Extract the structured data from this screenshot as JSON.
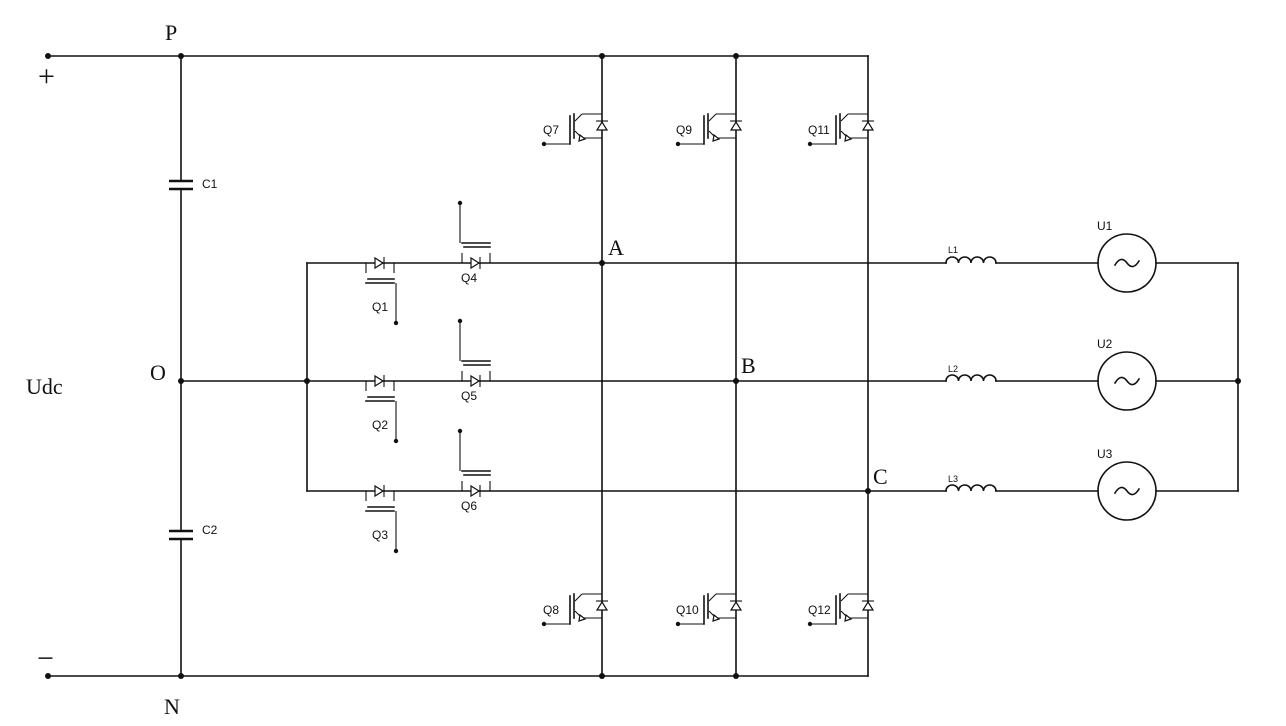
{
  "diagram": {
    "terminals": {
      "plus": "+",
      "minus": "−",
      "udc": "Udc"
    },
    "nodes": {
      "P": "P",
      "O": "O",
      "N": "N",
      "A": "A",
      "B": "B",
      "C": "C"
    },
    "capacitors": [
      "C1",
      "C2"
    ],
    "clamp_switches_left": [
      "Q1",
      "Q2",
      "Q3"
    ],
    "clamp_switches_right": [
      "Q4",
      "Q5",
      "Q6"
    ],
    "upper_switches": [
      "Q7",
      "Q9",
      "Q11"
    ],
    "lower_switches": [
      "Q8",
      "Q10",
      "Q12"
    ],
    "inductors": [
      "L1",
      "L2",
      "L3"
    ],
    "sources": [
      "U1",
      "U2",
      "U3"
    ]
  }
}
